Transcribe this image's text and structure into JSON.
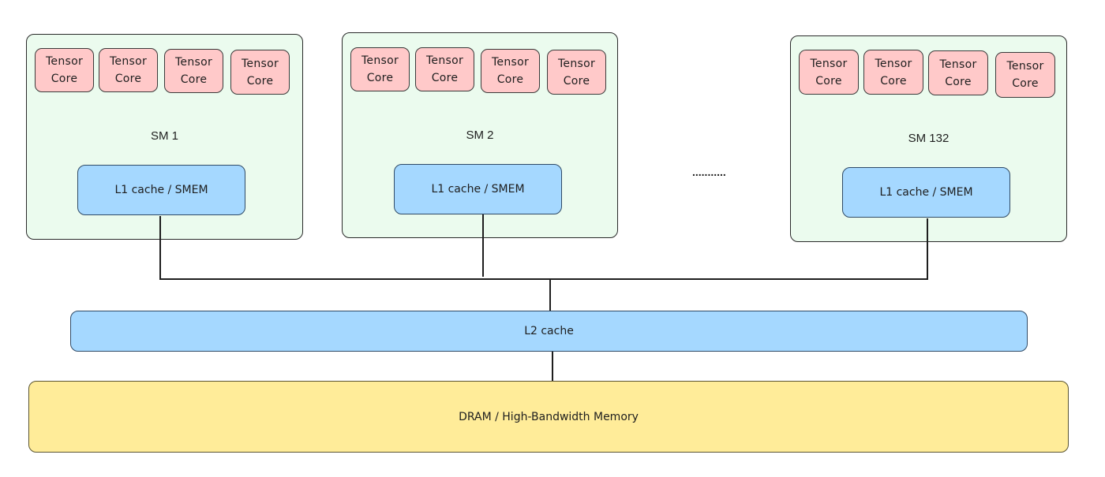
{
  "diagram": {
    "sms": [
      {
        "label": "SM 1",
        "cache_label": "L1 cache / SMEM",
        "cores": [
          "Tensor\nCore",
          "Tensor\nCore",
          "Tensor\nCore",
          "Tensor\nCore"
        ]
      },
      {
        "label": "SM 2",
        "cache_label": "L1 cache / SMEM",
        "cores": [
          "Tensor\nCore",
          "Tensor\nCore",
          "Tensor\nCore",
          "Tensor\nCore"
        ]
      },
      {
        "label": "SM 132",
        "cache_label": "L1 cache / SMEM",
        "cores": [
          "Tensor\nCore",
          "Tensor\nCore",
          "Tensor\nCore",
          "Tensor\nCore"
        ]
      }
    ],
    "ellipsis": "...........",
    "l2_label": "L2 cache",
    "dram_label": "DRAM / High-Bandwidth Memory",
    "colors": {
      "sm_fill": "#ebfbee",
      "tensor_core_fill": "#ffc9c9",
      "cache_fill": "#a5d8ff",
      "dram_fill": "#ffec99",
      "stroke": "#1e1e1e"
    }
  }
}
